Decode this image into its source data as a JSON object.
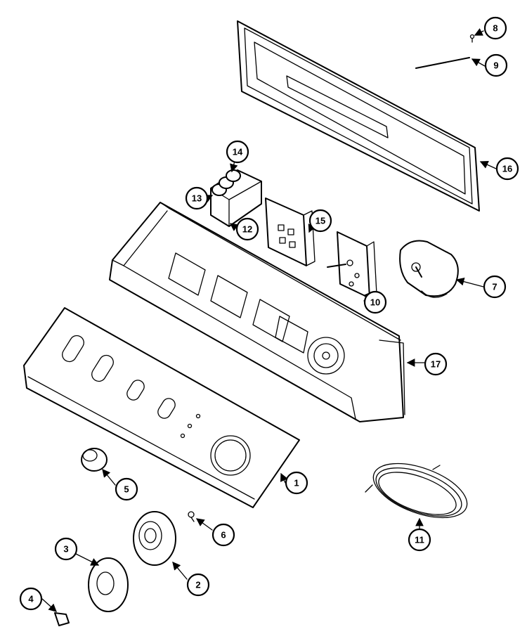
{
  "callouts": [
    {
      "num": "1",
      "label": "1"
    },
    {
      "num": "2",
      "label": "2"
    },
    {
      "num": "3",
      "label": "3"
    },
    {
      "num": "4",
      "label": "4"
    },
    {
      "num": "5",
      "label": "5"
    },
    {
      "num": "6",
      "label": "6"
    },
    {
      "num": "7",
      "label": "7"
    },
    {
      "num": "8",
      "label": "8"
    },
    {
      "num": "9",
      "label": "9"
    },
    {
      "num": "10",
      "label": "10"
    },
    {
      "num": "11",
      "label": "11"
    },
    {
      "num": "12",
      "label": "12"
    },
    {
      "num": "13",
      "label": "13"
    },
    {
      "num": "14",
      "label": "14"
    },
    {
      "num": "15",
      "label": "15"
    },
    {
      "num": "16",
      "label": "16"
    },
    {
      "num": "17",
      "label": "17"
    }
  ]
}
